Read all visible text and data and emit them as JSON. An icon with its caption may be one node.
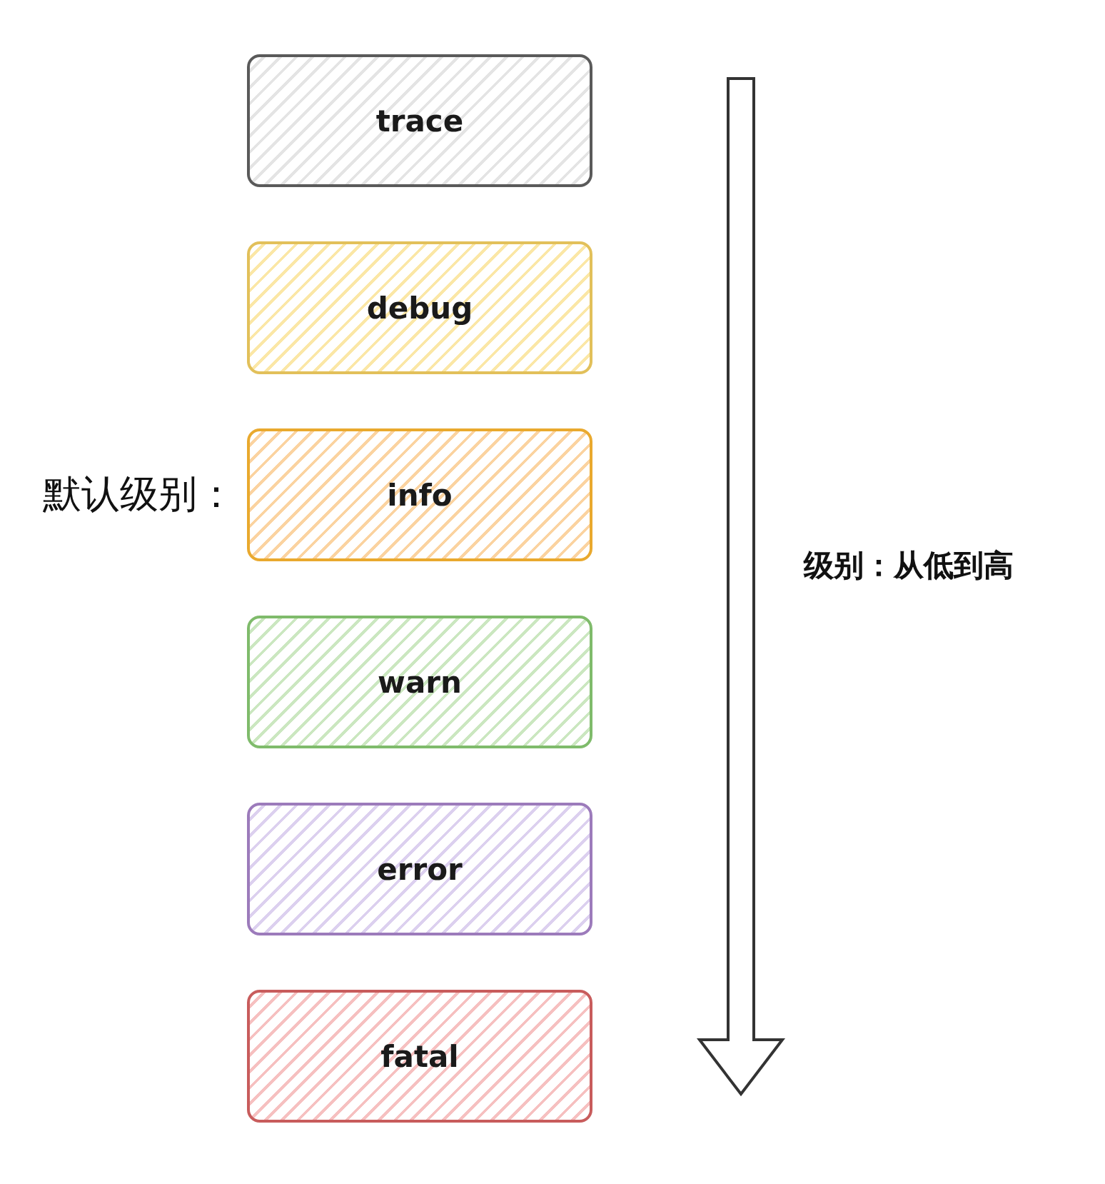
{
  "diagram": {
    "nodes": [
      {
        "text": [
          "trace"
        ]
      },
      {
        "text": [
          "debug"
        ]
      },
      {
        "text": [
          "info"
        ],
        "beside": [
          "默认级别："
        ]
      },
      {
        "text": [
          "warn"
        ]
      },
      {
        "text": [
          "error"
        ]
      },
      {
        "text": [
          "fatal"
        ]
      }
    ],
    "labels": [
      "级别：从低到高"
    ]
  }
}
